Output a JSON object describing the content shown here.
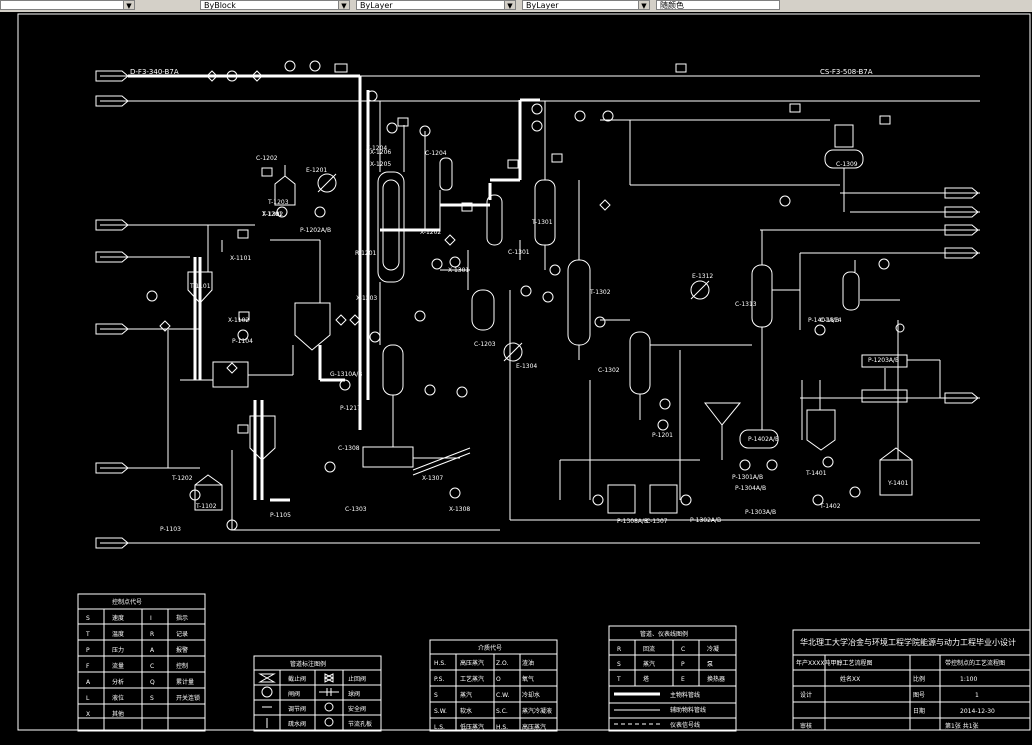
{
  "toolbar": {
    "linetype_value": "ByBlock",
    "layer_value": "ByLayer",
    "lineweight_value": "ByLayer",
    "color_value": "随颜色"
  },
  "diagram": {
    "top_lines": {
      "left_line": "D-F3-340-B7A",
      "right_line": "CS-F3-508-B7A"
    },
    "equipment_tags": [
      "T-1201",
      "E-1201",
      "P-1202A/B",
      "C-1202",
      "T-1203",
      "X-1204",
      "X-1205",
      "C-1204",
      "R-1201",
      "X-1202",
      "C-1301",
      "T-1301",
      "T-1202",
      "X-1203",
      "C-1203",
      "E-1304",
      "T-1302",
      "C-1302",
      "E-1312",
      "C-1313",
      "C-1314",
      "C-1309",
      "X-1206",
      "T-1101",
      "X-1101",
      "X-1102",
      "T-1102",
      "P-1103",
      "P-1104",
      "P-1105",
      "P-1201",
      "P-1301A/B",
      "P-1304A/B",
      "P-1303A/B",
      "P-1302A/B",
      "P-1308A/B",
      "C-1307",
      "C-1308",
      "X-1307",
      "X-1308",
      "P-1217",
      "P-1203A/B",
      "Y-1401",
      "T-1401",
      "T-1402",
      "P-1401A/B",
      "P-1402A/B",
      "G-1310A/B",
      "C-1303",
      "X-1301",
      "X-1302"
    ],
    "title_block": {
      "school": "华北理工大学冶金与环境工程学院能源与动力工程毕业小设计",
      "drawing_name": "年产XXXX吨甲醇工艺流程图",
      "unit_name": "带控制点的工艺流程图",
      "scale_label": "比例",
      "scale_value": "1:100",
      "sheet_label": "图号",
      "sheet_value": "1",
      "date_label": "日期",
      "date_value": "2014-12-30",
      "designer_label": "设计",
      "designer_name": "姓名XX",
      "checker_label": "审核",
      "page_info": "第1张  共1张"
    },
    "legend_tables": {
      "instrument_codes": {
        "title": "控制点代号",
        "rows": [
          [
            "S",
            "速度",
            "I",
            "指示"
          ],
          [
            "T",
            "温度",
            "R",
            "记录"
          ],
          [
            "P",
            "压力",
            "A",
            "报警"
          ],
          [
            "F",
            "流量",
            "C",
            "控制"
          ],
          [
            "A",
            "分析",
            "Q",
            "累计量"
          ],
          [
            "L",
            "液位",
            "S",
            "开关连锁"
          ],
          [
            "X",
            "其他",
            "",
            ""
          ]
        ]
      },
      "pipe_symbols": {
        "title": "管道标注图例",
        "rows": [
          [
            "截止阀",
            "止回阀"
          ],
          [
            "闸阀",
            "球阀"
          ],
          [
            "调节阀",
            "安全阀"
          ],
          [
            "疏水阀",
            "节流孔板"
          ]
        ]
      },
      "medium_codes": {
        "title": "介质代号",
        "rows": [
          [
            "H.S.",
            "高压蒸汽",
            "Z.O.",
            "渣油"
          ],
          [
            "P.S.",
            "工艺蒸汽",
            "O",
            "氧气"
          ],
          [
            "S",
            "蒸汽",
            "C.W.",
            "冷却水"
          ],
          [
            "S.W.",
            "软水",
            "S.C.",
            "蒸汽冷凝液"
          ],
          [
            "L.S.",
            "低压蒸汽",
            "H.S.",
            "高压蒸汽"
          ]
        ]
      },
      "line_types": {
        "title": "管道、仪表线图例",
        "rows": [
          [
            "R",
            "回流",
            "C",
            "冷凝"
          ],
          [
            "S",
            "蒸汽",
            "P",
            "泵"
          ],
          [
            "T",
            "塔",
            "E",
            "换热器"
          ]
        ],
        "lines": [
          "主物料管线",
          "辅助物料管线",
          "仪表信号线"
        ]
      }
    }
  }
}
